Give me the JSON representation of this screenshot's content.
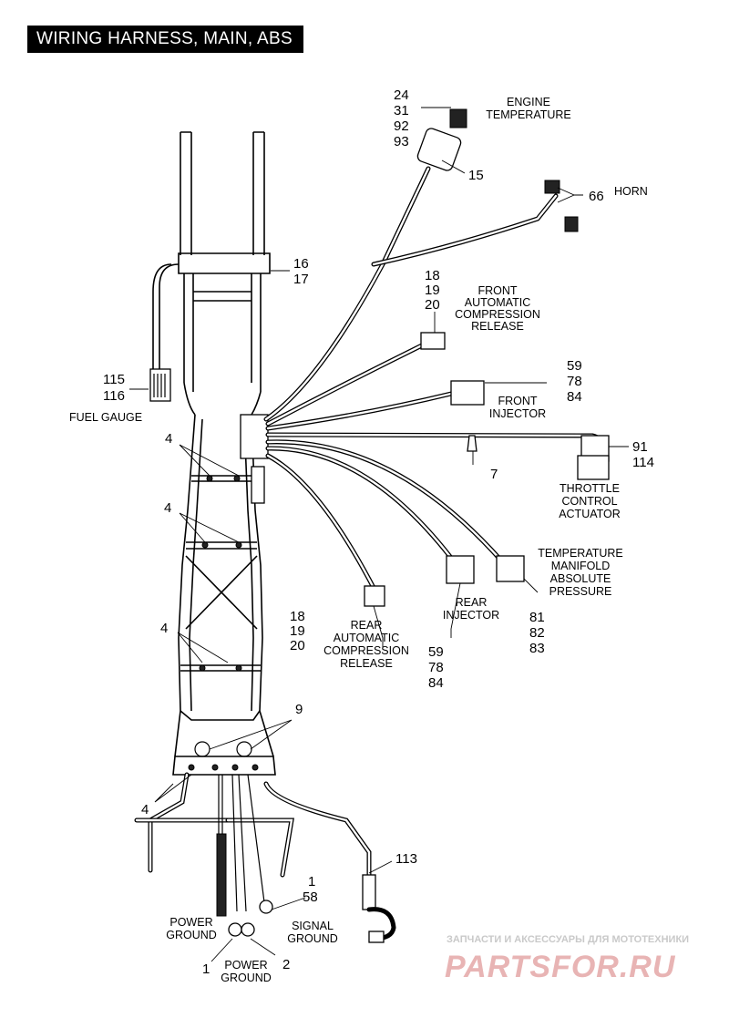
{
  "title": "WIRING HARNESS, MAIN, ABS",
  "callouts": {
    "engine_temp_refs": [
      "24",
      "31",
      "92",
      "93"
    ],
    "engine_temp_label": [
      "ENGINE",
      "TEMPERATURE"
    ],
    "sensor_15": "15",
    "horn_ref": "66",
    "horn_label": "HORN",
    "frame_refs": [
      "16",
      "17"
    ],
    "front_acr_refs": [
      "18",
      "19",
      "20"
    ],
    "front_acr_label": [
      "FRONT",
      "AUTOMATIC",
      "COMPRESSION",
      "RELEASE"
    ],
    "front_injector_refs": [
      "59",
      "78",
      "84"
    ],
    "front_injector_label": [
      "FRONT",
      "INJECTOR"
    ],
    "fuel_gauge_refs": [
      "115",
      "116"
    ],
    "fuel_gauge_label": "FUEL GAUGE",
    "clip_4": "4",
    "tca_refs": [
      "91",
      "114"
    ],
    "tca_label": [
      "THROTTLE",
      "CONTROL",
      "ACTUATOR"
    ],
    "clip_7": "7",
    "tmap_label": [
      "TEMPERATURE",
      "MANIFOLD",
      "ABSOLUTE",
      "PRESSURE"
    ],
    "tmap_refs": [
      "81",
      "82",
      "83"
    ],
    "rear_injector_label": [
      "REAR",
      "INJECTOR"
    ],
    "rear_injector_refs": [
      "59",
      "78",
      "84"
    ],
    "rear_acr_refs": [
      "18",
      "19",
      "20"
    ],
    "rear_acr_label": [
      "REAR",
      "AUTOMATIC",
      "COMPRESSION",
      "RELEASE"
    ],
    "clip_9": "9",
    "cable_113": "113",
    "signal_refs": [
      "1",
      "58"
    ],
    "signal_ground_label": [
      "SIGNAL",
      "GROUND"
    ],
    "power_ground_top_label": [
      "POWER",
      "GROUND"
    ],
    "power_ground_bottom_label": [
      "POWER",
      "GROUND"
    ],
    "ref_1": "1",
    "ref_2": "2"
  },
  "watermark": {
    "tagline": "ЗАПЧАСТИ И АКСЕССУАРЫ ДЛЯ МОТОТЕХНИКИ",
    "brand": "PARTSFOR.RU"
  }
}
